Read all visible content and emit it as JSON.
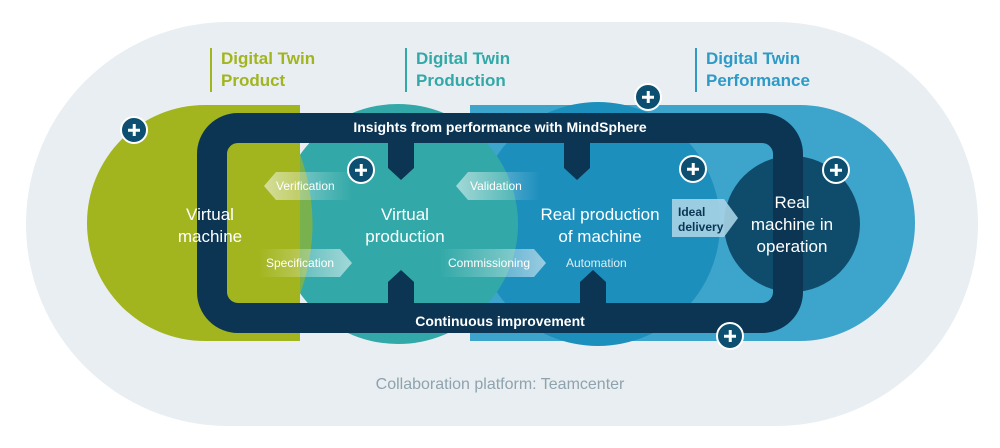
{
  "headings": {
    "product": [
      "Digital Twin",
      "Product"
    ],
    "production": [
      "Digital Twin",
      "Production"
    ],
    "performance": [
      "Digital Twin",
      "Performance"
    ]
  },
  "stages": {
    "virtual_machine": [
      "Virtual",
      "machine"
    ],
    "virtual_production": [
      "Virtual",
      "production"
    ],
    "real_production": [
      "Real production",
      "of machine"
    ],
    "real_machine": [
      "Real",
      "machine in",
      "operation"
    ]
  },
  "loop": {
    "top": "Insights from performance with MindSphere",
    "bottom": "Continuous improvement"
  },
  "arrows": {
    "verification": "Verification",
    "specification": "Specification",
    "validation": "Validation",
    "commissioning": "Commissioning",
    "automation": "Automation",
    "ideal_delivery": [
      "Ideal",
      "delivery"
    ]
  },
  "footer": "Collaboration platform: Teamcenter",
  "colors": {
    "platform": "#e8eef1",
    "product": "#a2b51e",
    "production": "#32a9a8",
    "real_production": "#1d8fbd",
    "performance": "#3da4cc",
    "real_machine": "#0f4c6c",
    "loop": "#0b3553"
  },
  "icons": [
    "plus-icon"
  ]
}
